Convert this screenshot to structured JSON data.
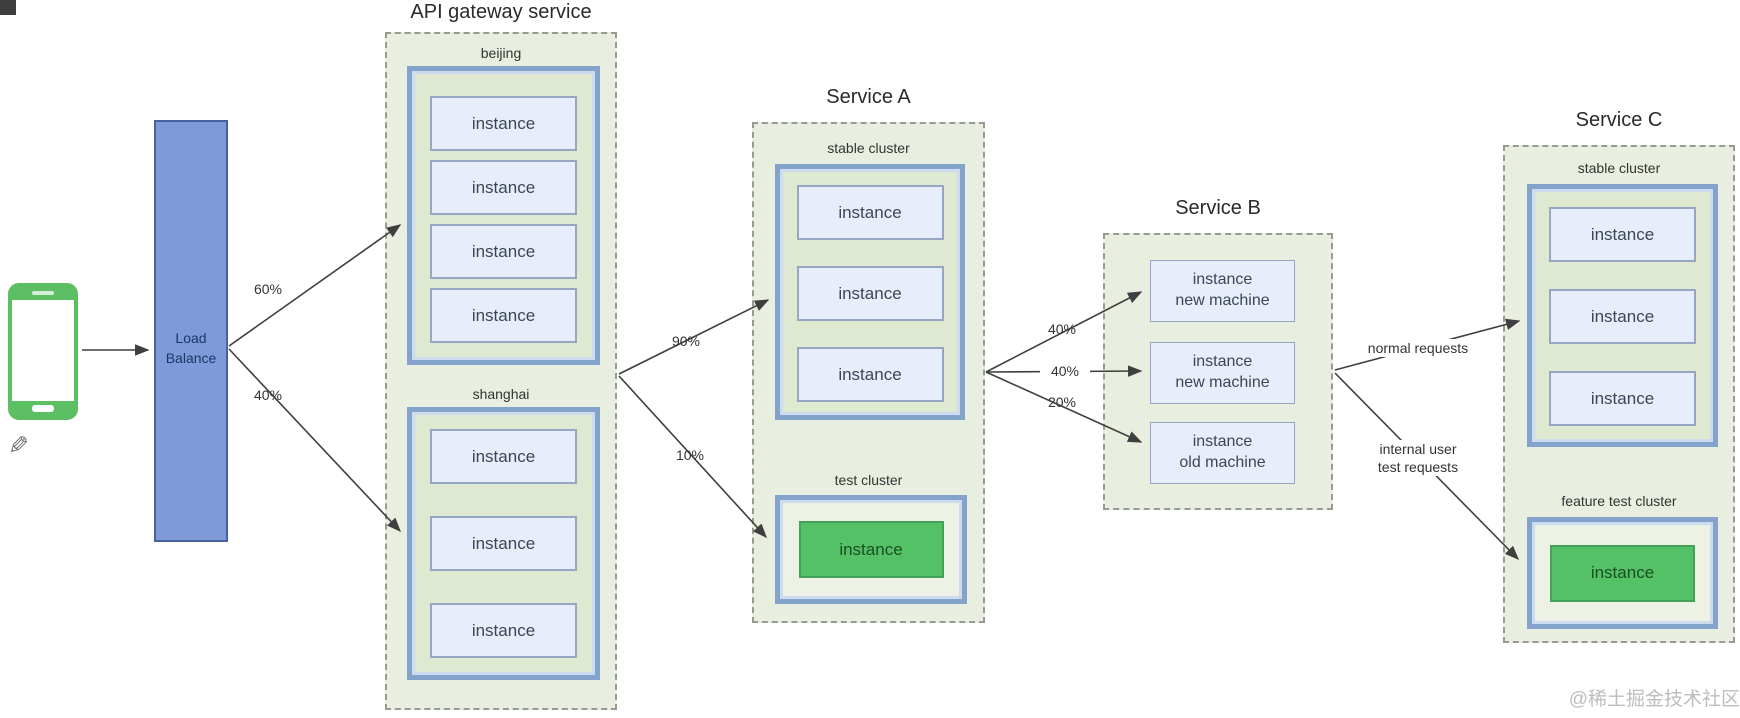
{
  "watermark": "@稀土掘金技术社区",
  "client": {
    "device": "smartphone"
  },
  "load_balancer": {
    "line1": "Load",
    "line2": "Balance"
  },
  "api_gateway": {
    "title": "API gateway service",
    "beijing": {
      "label": "beijing",
      "instances": [
        "instance",
        "instance",
        "instance",
        "instance"
      ]
    },
    "shanghai": {
      "label": "shanghai",
      "instances": [
        "instance",
        "instance",
        "instance"
      ]
    }
  },
  "service_a": {
    "title": "Service A",
    "stable": {
      "label": "stable cluster",
      "instances": [
        "instance",
        "instance",
        "instance"
      ]
    },
    "test": {
      "label": "test cluster",
      "instance": "instance"
    }
  },
  "service_b": {
    "title": "Service B",
    "instances": [
      {
        "line1": "instance",
        "line2": "new machine"
      },
      {
        "line1": "instance",
        "line2": "new machine"
      },
      {
        "line1": "instance",
        "line2": "old machine"
      }
    ]
  },
  "service_c": {
    "title": "Service C",
    "stable": {
      "label": "stable cluster",
      "instances": [
        "instance",
        "instance",
        "instance"
      ]
    },
    "test": {
      "label": "feature test cluster",
      "instance": "instance"
    }
  },
  "edges": {
    "lb_to_beijing": "60%",
    "lb_to_shanghai": "40%",
    "gw_to_stable": "90%",
    "gw_to_test": "10%",
    "a_to_b_1": "40%",
    "a_to_b_2": "40%",
    "a_to_b_3": "20%",
    "b_to_c_normal": "normal requests",
    "b_to_c_test_1": "internal user",
    "b_to_c_test_2": "test requests"
  },
  "colors": {
    "container_bg": "#e9efe0",
    "container_border": "#999b90",
    "cluster_border": "#84a3cb",
    "cluster_inner_edge": "#ccdbee",
    "cluster_bg": "#dfe8d0",
    "test_cluster_bg": "#edf1e6",
    "instance_bg": "#e7edfa",
    "instance_border": "#97a6c2",
    "instance_text": "#3d4752",
    "green_bg": "#54c167",
    "green_border": "#44a257",
    "green_text": "#174f22",
    "lb_bg": "#7e9ad9",
    "lb_border": "#47629e",
    "lb_text": "#1d3766",
    "phone_green": "#5cbf63",
    "arrow": "#3f3f3f",
    "label_text": "#333333",
    "title_text": "#2a2a2a",
    "watermark_text": "#bdbdbd"
  }
}
